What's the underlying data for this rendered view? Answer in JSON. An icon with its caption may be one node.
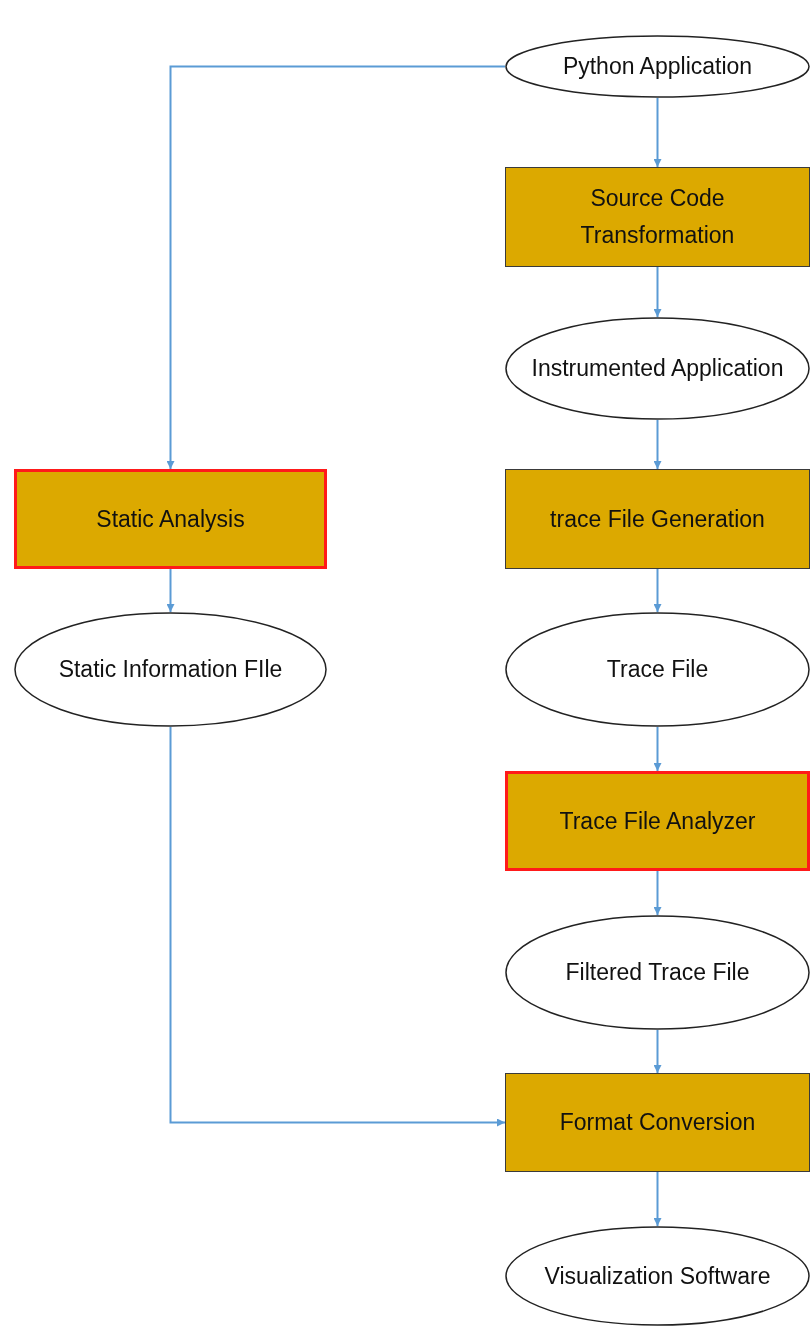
{
  "diagram": {
    "nodes": [
      {
        "text": [
          "Python Application"
        ]
      },
      {
        "text": [
          "Source Code Transformation"
        ]
      },
      {
        "text": [
          "Instrumented Application"
        ]
      },
      {
        "text": [
          "Static Analysis"
        ]
      },
      {
        "text": [
          "trace File Generation"
        ]
      },
      {
        "text": [
          "Static Information FIle"
        ]
      },
      {
        "text": [
          "Trace File"
        ]
      },
      {
        "text": [
          "Trace File Analyzer"
        ]
      },
      {
        "text": [
          "Filtered Trace File"
        ]
      },
      {
        "text": [
          "Format Conversion"
        ]
      },
      {
        "text": [
          "Visualization Software"
        ]
      }
    ],
    "edges": [
      {
        "from": 0,
        "to": 1,
        "arrow": "to"
      },
      {
        "from": 1,
        "to": 2,
        "arrow": "to"
      },
      {
        "from": 0,
        "to": 3,
        "arrow": "to"
      },
      {
        "from": 2,
        "to": 4,
        "arrow": "to"
      },
      {
        "from": 3,
        "to": 5,
        "arrow": "to"
      },
      {
        "from": 4,
        "to": 6,
        "arrow": "to"
      },
      {
        "from": 6,
        "to": 7,
        "arrow": "to"
      },
      {
        "from": 7,
        "to": 8,
        "arrow": "to"
      },
      {
        "from": 8,
        "to": 9,
        "arrow": "to"
      },
      {
        "from": 5,
        "to": 9,
        "arrow": "to"
      },
      {
        "from": 9,
        "to": 10,
        "arrow": "to"
      }
    ]
  }
}
